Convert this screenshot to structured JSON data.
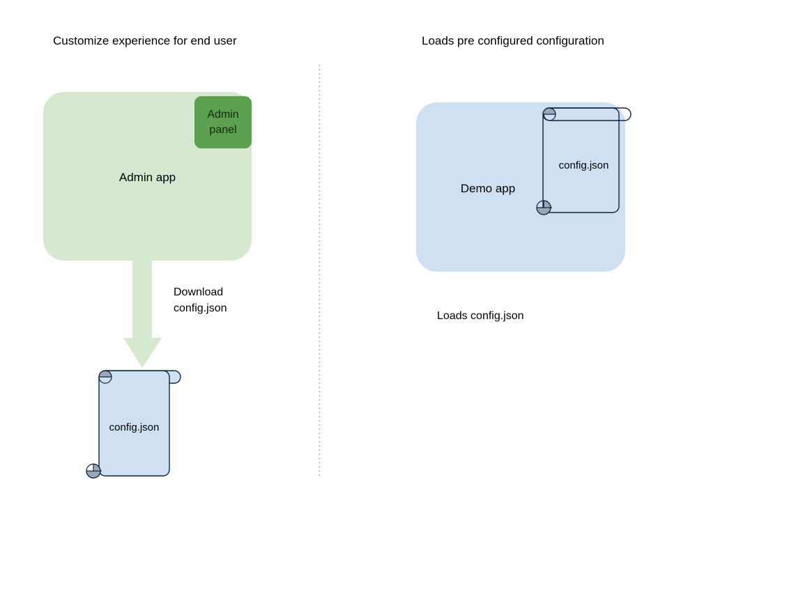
{
  "diagram": {
    "title_left": "Customize experience for end user",
    "title_right": "Loads pre configured configuration",
    "left_flow": {
      "app_box": {
        "label": "Admin app",
        "fill": "#d6e8d0"
      },
      "admin_panel": {
        "label": "Admin\npanel",
        "fill": "#5ba150",
        "text_color": "#15250f"
      },
      "arrow": {
        "label": "Download\nconfig.json",
        "color": "#d6e8d0"
      },
      "document": {
        "label": "config.json",
        "fill": "#cfe0f3",
        "stroke": "#10253f",
        "curl_fill": "#9aa7b5"
      }
    },
    "right_flow": {
      "app_box": {
        "label": "Demo app",
        "fill": "#cfe0f3"
      },
      "document": {
        "label": "config.json",
        "fill": "none",
        "stroke": "#10253f",
        "curl_fill": "#9aa7b5"
      },
      "caption": "Loads config.json"
    },
    "divider": {
      "style": "dotted",
      "color": "#9a9a9a"
    }
  }
}
